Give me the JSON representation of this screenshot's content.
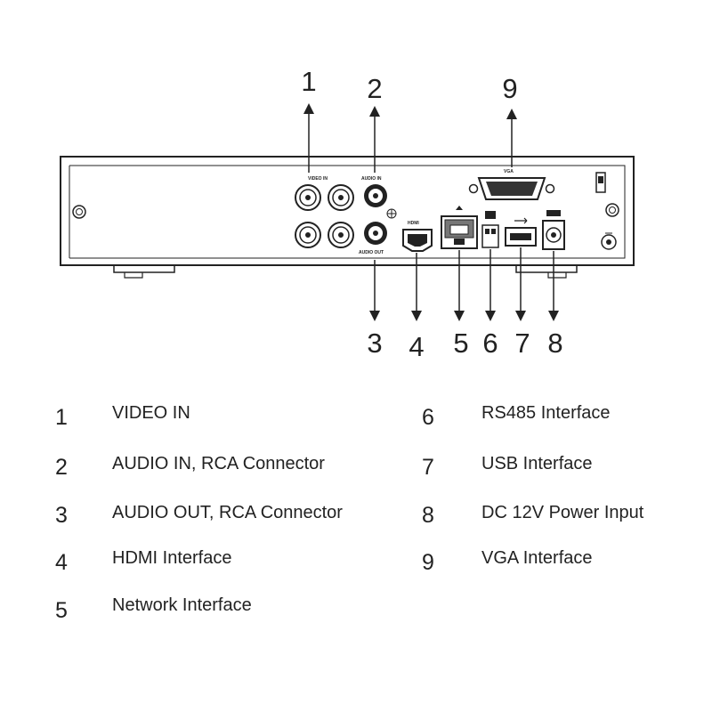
{
  "panel_labels": {
    "video_in": "VIDEO IN",
    "audio_in": "AUDIO IN",
    "audio_out": "AUDIO OUT",
    "hdmi": "HDMI",
    "vga": "VGA"
  },
  "callouts": [
    "1",
    "2",
    "3",
    "4",
    "5",
    "6",
    "7",
    "8",
    "9"
  ],
  "legend": [
    {
      "num": "1",
      "text": "VIDEO IN"
    },
    {
      "num": "2",
      "text": "AUDIO IN, RCA Connector"
    },
    {
      "num": "3",
      "text": "AUDIO OUT, RCA Connector"
    },
    {
      "num": "4",
      "text": "HDMI Interface"
    },
    {
      "num": "5",
      "text": "Network Interface"
    },
    {
      "num": "6",
      "text": "RS485 Interface"
    },
    {
      "num": "7",
      "text": "USB Interface"
    },
    {
      "num": "8",
      "text": "DC 12V Power Input"
    },
    {
      "num": "9",
      "text": "VGA Interface"
    }
  ]
}
